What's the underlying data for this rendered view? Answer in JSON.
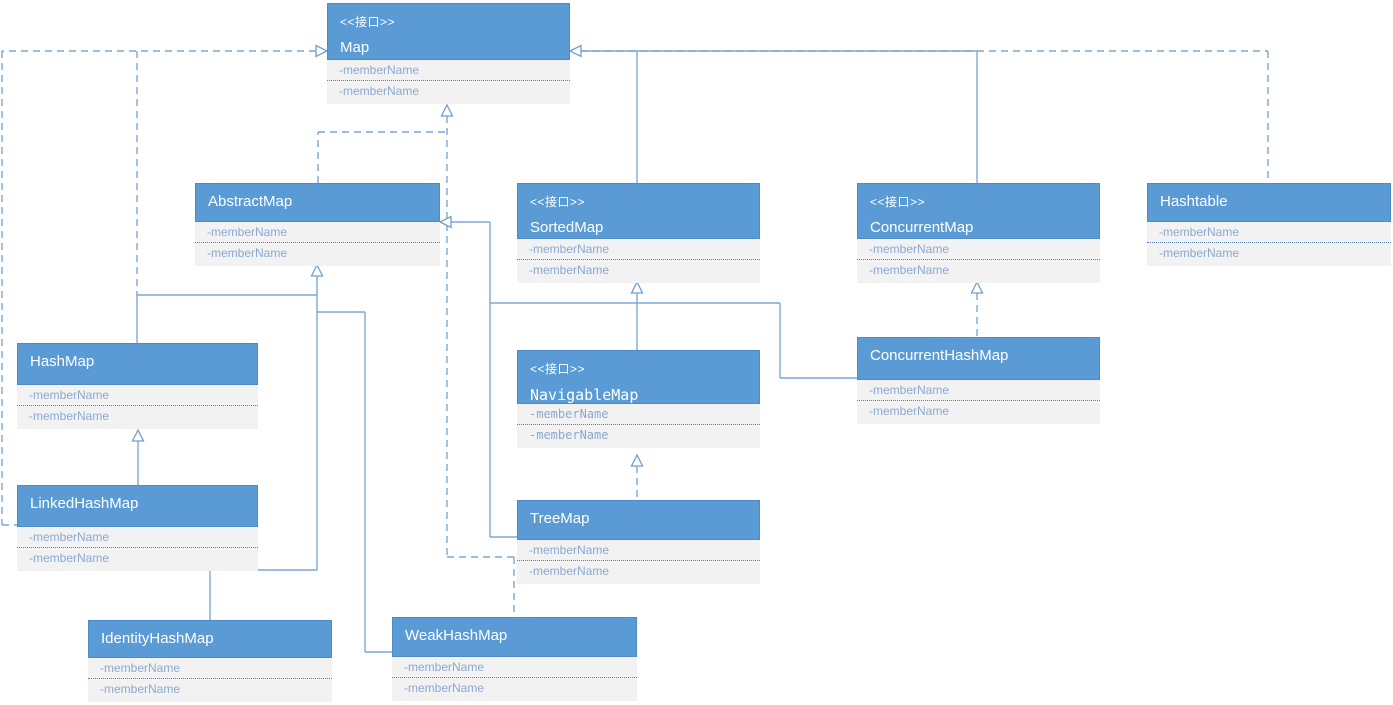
{
  "diagram_title": "Java Map class hierarchy UML diagram",
  "theme": {
    "header_fill": "#5b9bd5",
    "header_border": "#4e8ac8",
    "body_fill": "#f2f2f2",
    "member_text": "#8aa9cf",
    "divider": "#4f81bd",
    "line_color": "#7da7d5",
    "background": "#ffffff"
  },
  "stereotype_interface": "<<接口>>",
  "classes": [
    {
      "name": "Map",
      "stereotype": "<<接口>>",
      "members": [
        "-memberName",
        "-memberName"
      ]
    },
    {
      "name": "AbstractMap",
      "stereotype": "",
      "members": [
        "-memberName",
        "-memberName"
      ]
    },
    {
      "name": "SortedMap",
      "stereotype": "<<接口>>",
      "members": [
        "-memberName",
        "-memberName"
      ]
    },
    {
      "name": "ConcurrentMap",
      "stereotype": "<<接口>>",
      "members": [
        "-memberName",
        "-memberName"
      ]
    },
    {
      "name": "Hashtable",
      "stereotype": "",
      "members": [
        "-memberName",
        "-memberName"
      ]
    },
    {
      "name": "HashMap",
      "stereotype": "",
      "members": [
        "-memberName",
        "-memberName"
      ]
    },
    {
      "name": "NavigableMap",
      "stereotype": "<<接口>>",
      "members": [
        "-memberName",
        "-memberName"
      ]
    },
    {
      "name": "ConcurrentHashMap",
      "stereotype": "",
      "members": [
        "-memberName",
        "-memberName"
      ]
    },
    {
      "name": "LinkedHashMap",
      "stereotype": "",
      "members": [
        "-memberName",
        "-memberName"
      ]
    },
    {
      "name": "TreeMap",
      "stereotype": "",
      "members": [
        "-memberName",
        "-memberName"
      ]
    },
    {
      "name": "IdentityHashMap",
      "stereotype": "",
      "members": [
        "-memberName",
        "-memberName"
      ]
    },
    {
      "name": "WeakHashMap",
      "stereotype": "",
      "members": [
        "-memberName",
        "-memberName"
      ]
    }
  ],
  "relationships": [
    {
      "from": "AbstractMap",
      "to": "Map",
      "type": "realization-dashed"
    },
    {
      "from": "HashMap",
      "to": "Map",
      "type": "realization-dashed"
    },
    {
      "from": "LinkedHashMap",
      "to": "Map",
      "type": "realization-dashed"
    },
    {
      "from": "WeakHashMap",
      "to": "Map",
      "type": "realization-dashed"
    },
    {
      "from": "Hashtable",
      "to": "Map",
      "type": "realization-dashed"
    },
    {
      "from": "SortedMap",
      "to": "Map",
      "type": "generalization-solid"
    },
    {
      "from": "ConcurrentMap",
      "to": "Map",
      "type": "generalization-solid"
    },
    {
      "from": "HashMap",
      "to": "AbstractMap",
      "type": "generalization-solid"
    },
    {
      "from": "IdentityHashMap",
      "to": "AbstractMap",
      "type": "generalization-solid"
    },
    {
      "from": "WeakHashMap",
      "to": "AbstractMap",
      "type": "generalization-solid"
    },
    {
      "from": "TreeMap",
      "to": "AbstractMap",
      "type": "generalization-solid"
    },
    {
      "from": "ConcurrentHashMap",
      "to": "AbstractMap",
      "type": "generalization-solid"
    },
    {
      "from": "NavigableMap",
      "to": "SortedMap",
      "type": "generalization-solid"
    },
    {
      "from": "ConcurrentHashMap",
      "to": "ConcurrentMap",
      "type": "realization-dashed"
    },
    {
      "from": "LinkedHashMap",
      "to": "HashMap",
      "type": "generalization-solid"
    },
    {
      "from": "TreeMap",
      "to": "NavigableMap",
      "type": "realization-dashed"
    }
  ]
}
